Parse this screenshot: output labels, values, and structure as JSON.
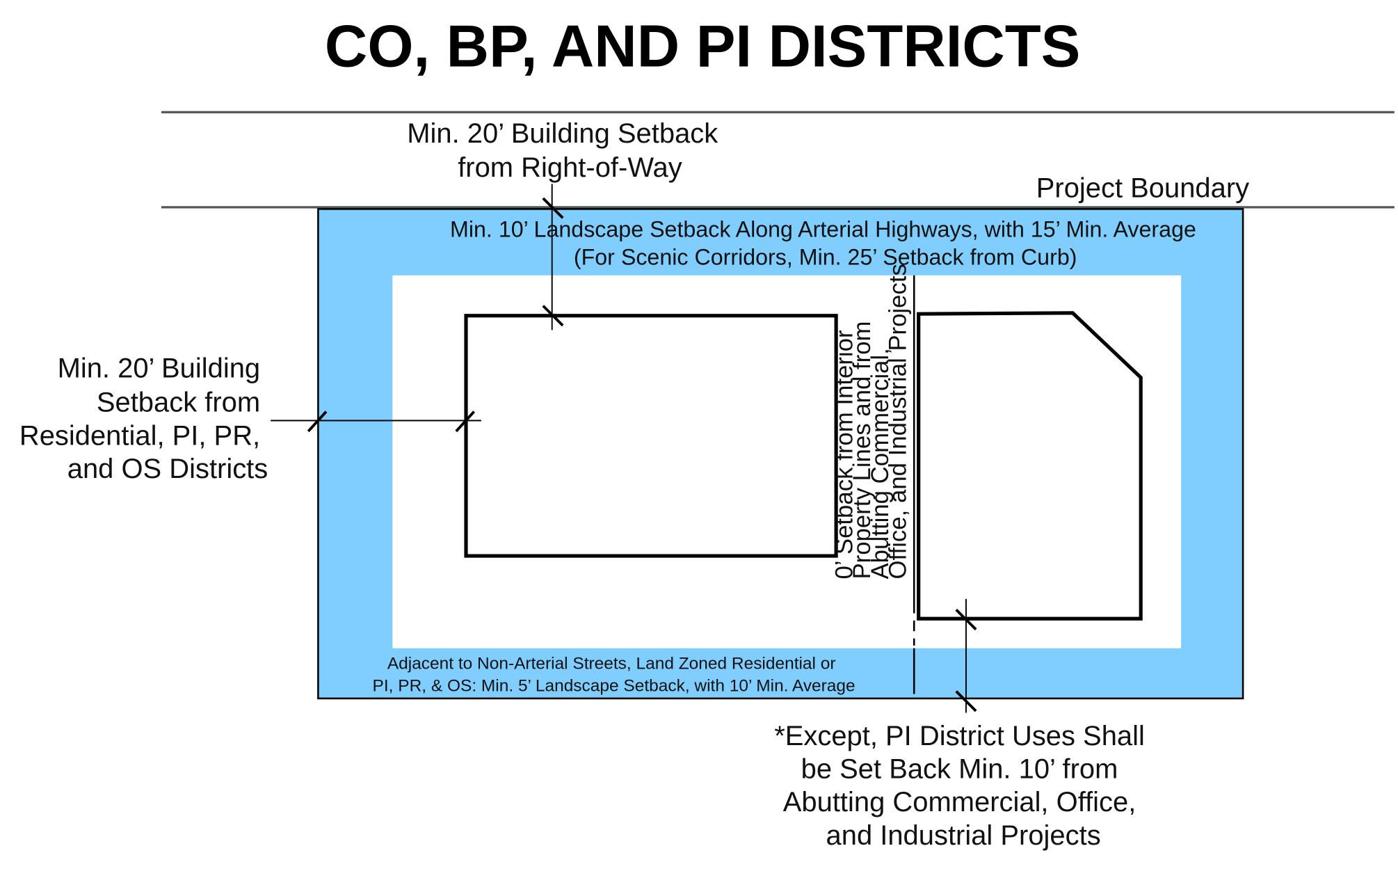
{
  "title": "CO, BP, AND PI DISTRICTS",
  "colors": {
    "landscape_setback": "#80cdff",
    "building_outline": "#000000",
    "boundary_line": "#555555",
    "background": "#ffffff"
  },
  "labels": {
    "row_setback": {
      "line1": "Min. 20’ Building Setback",
      "line2": "from Right-of-Way"
    },
    "project_boundary": "Project Boundary",
    "arterial_setback": {
      "line1": "Min. 10’ Landscape Setback Along Arterial Highways, with 15’ Min. Average",
      "line2": "(For Scenic Corridors, Min. 25’ Setback from Curb)"
    },
    "residential_setback": {
      "line1": "Min. 20’ Building",
      "line2": "Setback from",
      "line3": "Residential, PI, PR,",
      "line4": "and OS Districts"
    },
    "interior_setback": {
      "line1": "0’ Setback from Interior",
      "line2": "Property Lines and from",
      "line3": "Abutting Commercial,",
      "line4": "Office, and Industrial Projects"
    },
    "non_arterial_setback": {
      "line1": "Adjacent to Non-Arterial Streets, Land Zoned Residential or",
      "line2": "PI, PR, & OS: Min. 5’ Landscape Setback, with 10’ Min. Average"
    },
    "pi_exception": {
      "line1": "*Except, PI District Uses Shall",
      "line2": "be Set Back Min. 10’ from",
      "line3": "Abutting Commercial, Office,",
      "line4": "and Industrial Projects"
    }
  }
}
